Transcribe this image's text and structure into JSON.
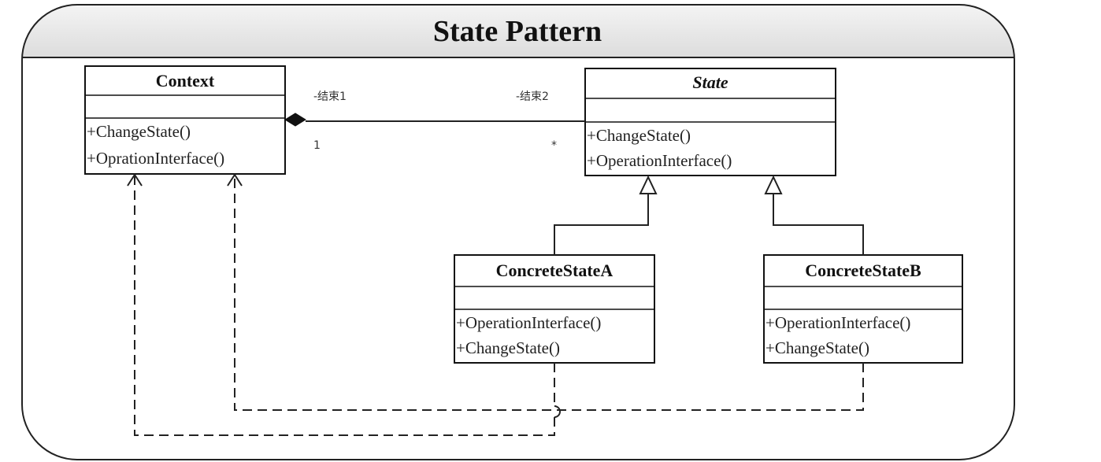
{
  "diagram": {
    "title": "State Pattern",
    "classes": {
      "context": {
        "name": "Context",
        "operations": [
          "+ChangeState()",
          "+OprationInterface()"
        ]
      },
      "state": {
        "name": "State",
        "operations": [
          "+ChangeState()",
          "+OperationInterface()"
        ]
      },
      "concrete_a": {
        "name": "ConcreteStateA",
        "operations": [
          "+OperationInterface()",
          "+ChangeState()"
        ]
      },
      "concrete_b": {
        "name": "ConcreteStateB",
        "operations": [
          "+OperationInterface()",
          "+ChangeState()"
        ]
      }
    },
    "association": {
      "end1_role": "-结束1",
      "end2_role": "-结束2",
      "end1_multiplicity": "1",
      "end2_multiplicity": "*"
    }
  }
}
